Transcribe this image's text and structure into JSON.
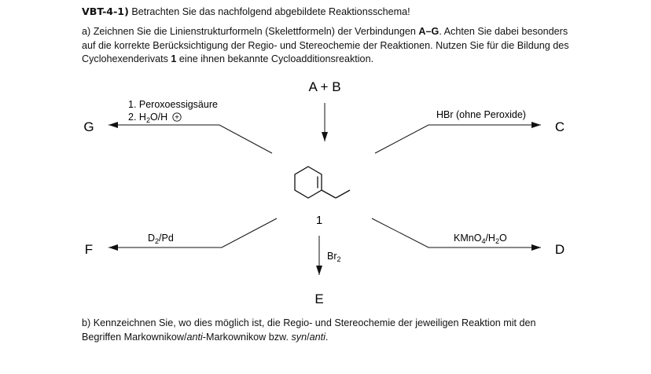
{
  "header": {
    "task_id": "VBT-4-1)",
    "title_text": " Betrachten Sie das nachfolgend abgebildete Reaktionsschema!"
  },
  "part_a": {
    "prefix": "a) Zeichnen Sie die Linienstrukturformeln (Skelettformeln) der Verbindungen ",
    "compounds": "A–G",
    "middle": ". Achten Sie dabei besonders auf die korrekte Berücksichtigung der Regio- und Stereochemie der Reaktionen. Nutzen Sie für die Bildung des Cyclohexenderivats ",
    "compound_number": "1",
    "suffix": " eine ihnen bekannte Cycloadditionsreaktion."
  },
  "scheme": {
    "top_reactants": "A + B",
    "center_label": "1",
    "products": {
      "G": "G",
      "C": "C",
      "F": "F",
      "D": "D",
      "E": "E"
    },
    "reagents": {
      "to_G_step1": "1. Peroxoessigsäure",
      "to_G_step2_prefix": "2. H",
      "to_G_step2_sub": "2",
      "to_G_step2_suffix": "O/H",
      "to_G_charge": "+",
      "to_C": "HBr (ohne Peroxide)",
      "to_F_main": "D",
      "to_F_sub": "2",
      "to_F_suffix": "/Pd",
      "to_D_main": "KMnO",
      "to_D_sub1": "4",
      "to_D_mid": "/H",
      "to_D_sub2": "2",
      "to_D_suffix": "O",
      "to_E_main": "Br",
      "to_E_sub": "2"
    }
  },
  "part_b": {
    "prefix": "b) Kennzeichnen Sie, wo dies möglich ist, die Regio- und Stereochemie der jeweiligen Reaktion mit den Begriffen Markownikow/",
    "anti1": "anti",
    "middle": "-Markownikow bzw. ",
    "syn": "syn",
    "slash": "/",
    "anti2": "anti",
    "suffix": "."
  }
}
